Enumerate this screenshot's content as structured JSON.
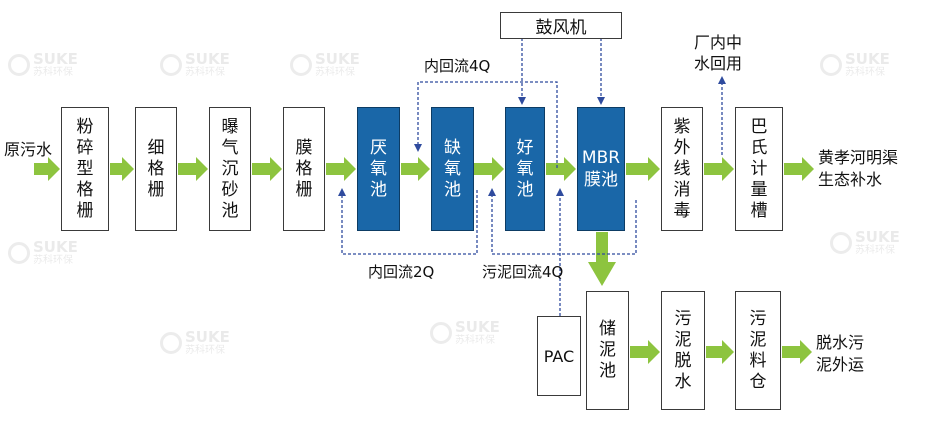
{
  "inputs": {
    "raw_sewage": "原污水"
  },
  "boxes": {
    "coarse_screen": "粉碎型格栅",
    "fine_screen": "细格栅",
    "grit_chamber": "曝气沉砂池",
    "membrane_screen": "膜格栅",
    "anaerobic_tank": "厌氧池",
    "anoxic_tank": "缺氧池",
    "aerobic_tank": "好氧池",
    "mbr_tank": "MBR膜池",
    "uv_disinfection": "紫外线消毒",
    "parshall_flume": "巴氏计量槽",
    "blower": "鼓风机",
    "pac": "PAC",
    "sludge_storage": "储泥池",
    "sludge_dewatering": "污泥脱水",
    "sludge_silo": "污泥料仓"
  },
  "labels": {
    "reuse": "厂内中\n水回用",
    "discharge": "黄孝河明渠\n生态补水",
    "sludge_out": "脱水污\n泥外运",
    "internal_reflux_4q": "内回流4Q",
    "internal_reflux_2q": "内回流2Q",
    "sludge_reflux_4q": "污泥回流4Q"
  },
  "watermark": {
    "brand": "SUKE",
    "brand_cn": "苏科环保"
  },
  "colors": {
    "arrow_green": "#8dc43f",
    "tank_blue": "#1a67a8",
    "dashed_blue": "#2f4b9e"
  }
}
